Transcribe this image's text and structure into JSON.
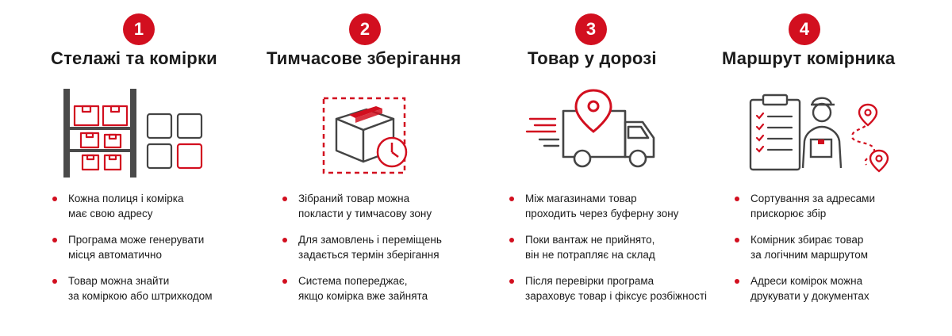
{
  "accent": "#d20f1f",
  "steps": [
    {
      "number": "1",
      "title": "Стелажі та комірки",
      "icon": "warehouse-shelves-icon",
      "bullets": [
        {
          "l1": "Кожна полиця і комірка",
          "l2": "має свою адресу"
        },
        {
          "l1": "Програма може генерувати",
          "l2": "місця автоматично"
        },
        {
          "l1": "Товар можна знайти",
          "l2": "за коміркою або штрихкодом"
        }
      ]
    },
    {
      "number": "2",
      "title": "Тимчасове зберігання",
      "icon": "box-clock-icon",
      "bullets": [
        {
          "l1": "Зібраний товар можна",
          "l2": "покласти у тимчасову зону"
        },
        {
          "l1": "Для замовлень і переміщень",
          "l2": "задається термін зберігання"
        },
        {
          "l1": "Система попереджає,",
          "l2": "якщо комірка вже зайнята"
        }
      ]
    },
    {
      "number": "3",
      "title": "Товар у дорозі",
      "icon": "delivery-truck-icon",
      "bullets": [
        {
          "l1": "Між магазинами товар",
          "l2": "проходить через буферну зону"
        },
        {
          "l1": "Поки вантаж не прийнято,",
          "l2": "він не потрапляє на склад"
        },
        {
          "l1": "Після перевірки програма",
          "l2": "зараховує товар і фіксує розбіжності"
        }
      ]
    },
    {
      "number": "4",
      "title": "Маршрут комірника",
      "icon": "picker-route-icon",
      "bullets": [
        {
          "l1": "Сортування за адресами",
          "l2": "прискорює збір"
        },
        {
          "l1": "Комірник збирає товар",
          "l2": "за логічним маршрутом"
        },
        {
          "l1": "Адреси комірок можна",
          "l2": "друкувати у документах"
        }
      ]
    }
  ]
}
